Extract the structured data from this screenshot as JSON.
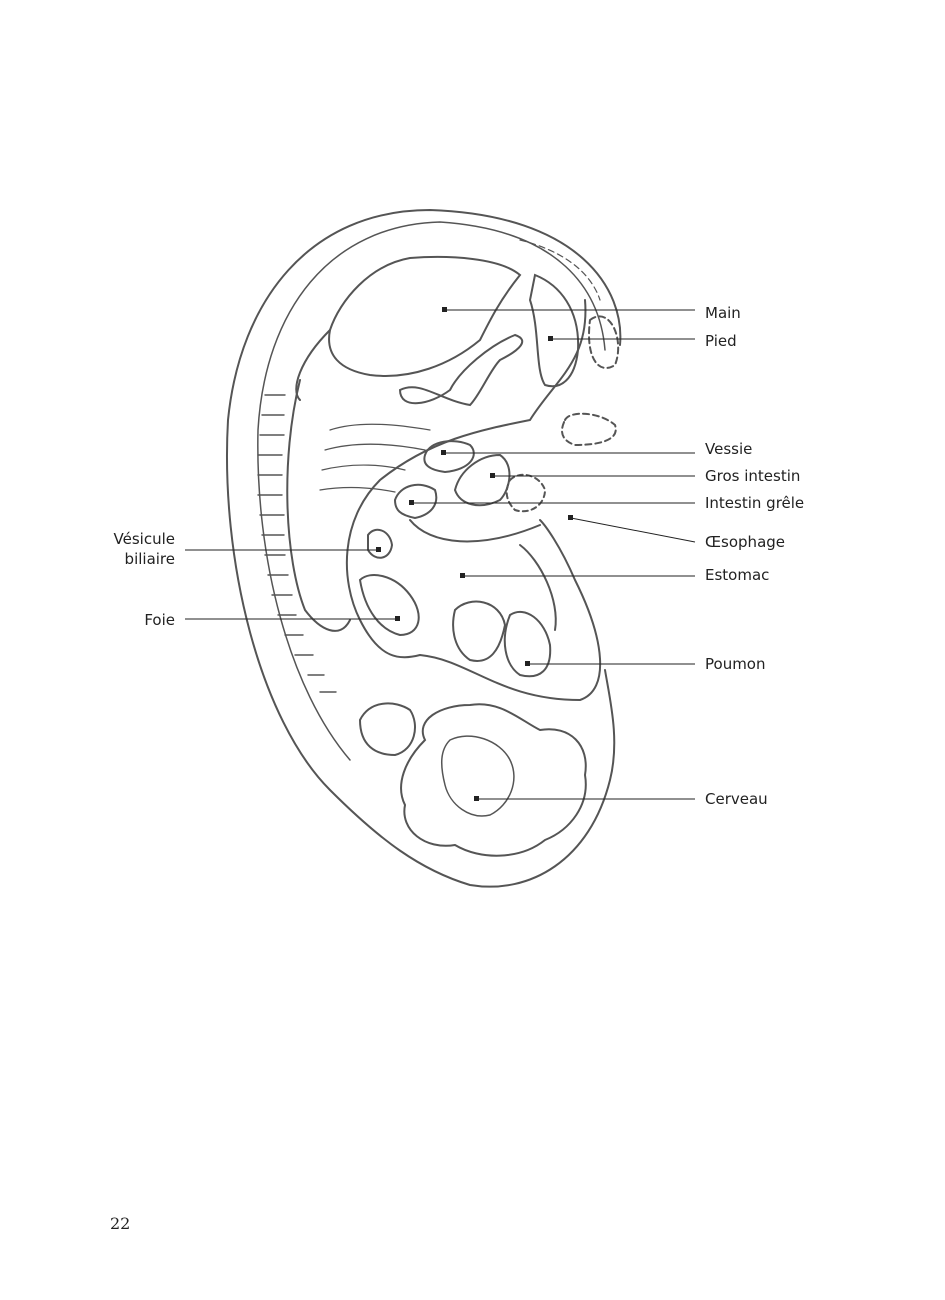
{
  "diagram": {
    "subject": "ear",
    "labels_right": [
      "Main",
      "Pied",
      "Vessie",
      "Gros intestin",
      "Intestin grêle",
      "Œsophage",
      "Estomac",
      "Poumon",
      "Cerveau"
    ],
    "labels_left": [
      {
        "line1": "Vésicule",
        "line2": "biliaire"
      },
      {
        "line1": "Foie"
      }
    ]
  },
  "page_number": "22",
  "colors": {
    "drawing": "#555555",
    "leader": "#222222"
  }
}
